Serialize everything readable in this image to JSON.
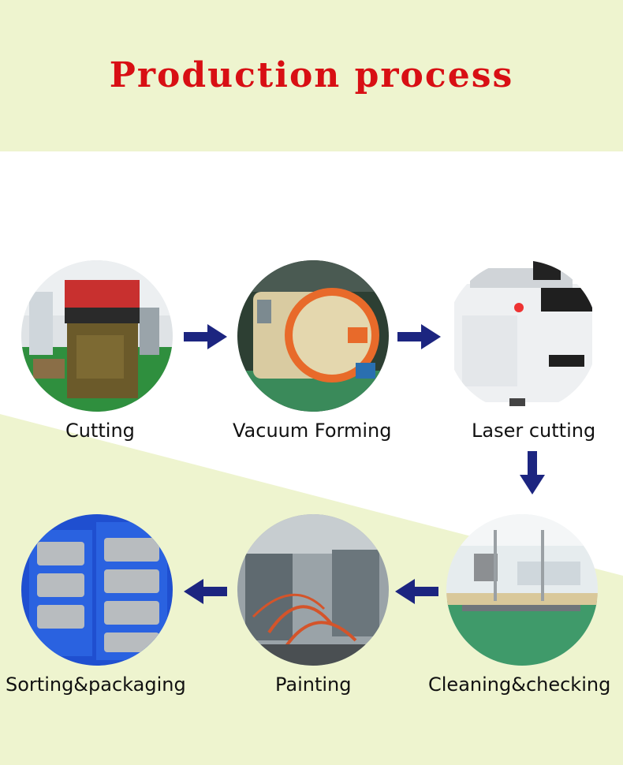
{
  "title": "Production process",
  "steps": [
    {
      "label": "Cutting",
      "image": "hydraulic-cutting-press-photo"
    },
    {
      "label": "Vacuum Forming",
      "image": "vacuum-forming-autoclave-photo"
    },
    {
      "label": "Laser cutting",
      "image": "laser-cutting-machine-photo"
    },
    {
      "label": "Cleaning&checking",
      "image": "cleaning-inspection-line-photo"
    },
    {
      "label": "Painting",
      "image": "painting-booth-photo"
    },
    {
      "label": "Sorting&packaging",
      "image": "sorted-parts-in-blue-trays-photo"
    }
  ],
  "colors": {
    "title": "#d80f14",
    "header_bg": "#eef4cf",
    "lower_bg": "#eef4cf",
    "arrow": "#1c2580"
  },
  "arrows": [
    "arrow-right-icon",
    "arrow-right-icon",
    "arrow-down-icon",
    "arrow-left-icon",
    "arrow-left-icon"
  ]
}
